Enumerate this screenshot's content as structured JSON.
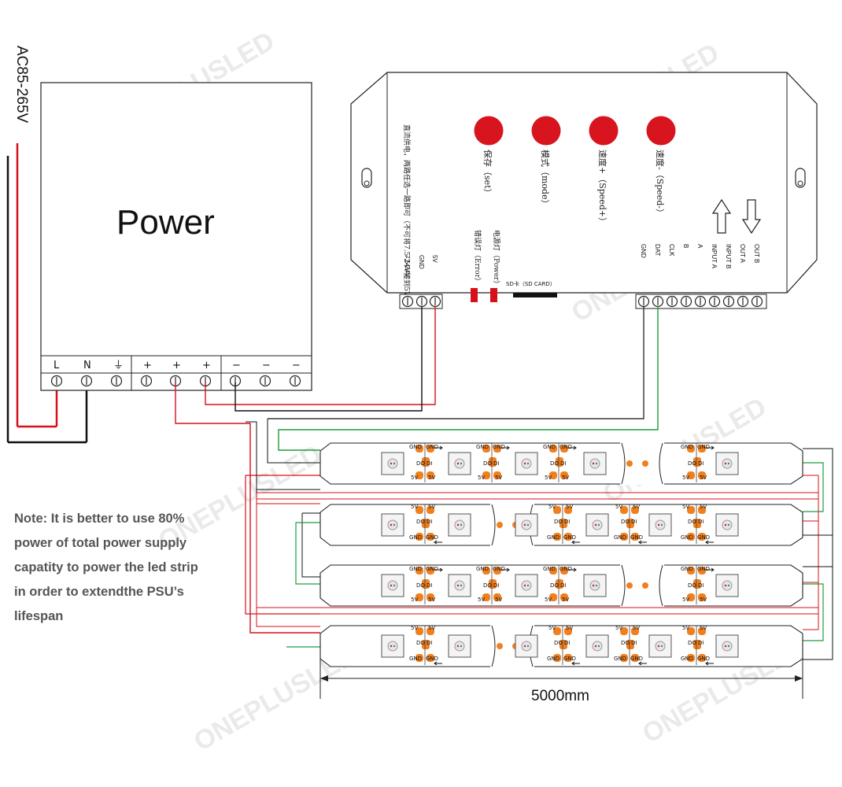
{
  "watermark": "ONEPLUSLED",
  "psu": {
    "input_label": "AC85-265V",
    "title": "Power",
    "terminals": [
      "L",
      "N",
      "⏚",
      "+",
      "+",
      "+",
      "−",
      "−",
      "−"
    ]
  },
  "controller": {
    "description": "直流供电，两路任选一路即可（不可将7.5-24V接到5V上）",
    "buttons": [
      {
        "label": "保存（set）"
      },
      {
        "label": "模式（mode）"
      },
      {
        "label": "速度+（Speed+）"
      },
      {
        "label": "速度-（Speed-）"
      }
    ],
    "leds": [
      "错误灯（Error）",
      "电源灯（Power）"
    ],
    "sd_label": "SD卡（SD CARD）",
    "power_terminals": [
      "7.5-24V",
      "GND",
      "5V"
    ],
    "signal_terminals": [
      "GND",
      "DAT",
      "CLK",
      "B",
      "A",
      "INPUT A",
      "INPUT B",
      "OUT A",
      "OUT B"
    ]
  },
  "strip": {
    "pad_labels": {
      "gnd": "GND",
      "do": "DO",
      "di": "DI",
      "v5": "5V"
    },
    "length_label": "5000mm"
  },
  "note_lines": [
    "Note: It is better to use 80%",
    "power of total power supply",
    "capatity to power the led strip",
    "in order to extendthe PSU’s",
    "lifespan"
  ],
  "colors": {
    "positive_wire": "#d6101a",
    "negative_wire": "#111111",
    "data_wire": "#1f9c3c",
    "led_button": "#d8141f",
    "pad": "#f07f1e"
  }
}
